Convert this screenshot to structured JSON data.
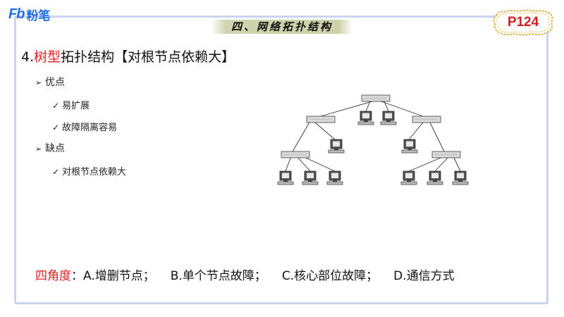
{
  "logo": {
    "mark": "Fb",
    "text": "粉笔"
  },
  "section_title": "四、网络拓扑结构",
  "page_tag": "P124",
  "heading": {
    "prefix": "4.",
    "highlight": "树型",
    "rest": "拓扑结构【对根节点依赖大】"
  },
  "advantages": {
    "label": "优点",
    "items": [
      "易扩展",
      "故障隔离容易"
    ]
  },
  "disadvantages": {
    "label": "缺点",
    "items": [
      "对根节点依赖大"
    ]
  },
  "angles": {
    "label": "四角度",
    "colon": "：",
    "options": [
      "A.增删节点；",
      "B.单个节点故障；",
      "C.核心部位故障；",
      "D.通信方式"
    ]
  },
  "colors": {
    "accent_red": "#e02020",
    "frame": "#c9d4f2",
    "brand_blue": "#1f6fe5"
  }
}
